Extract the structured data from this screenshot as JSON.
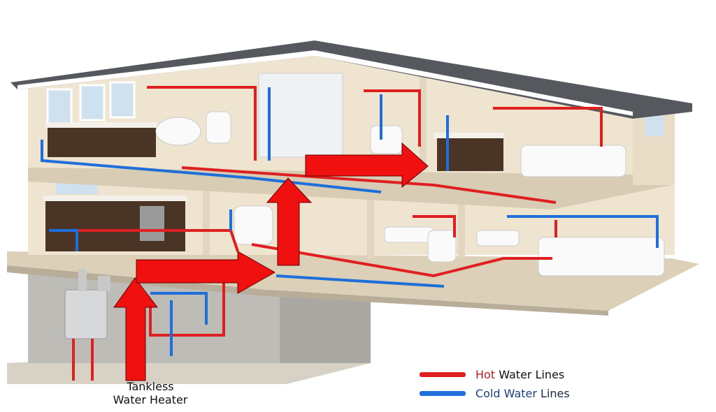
{
  "heater_label": {
    "line1": "Tankless",
    "line2": "Water Heater"
  },
  "legend": {
    "hot": {
      "word": "Hot",
      "rest": "Water Lines",
      "color": "#e02020"
    },
    "cold": {
      "word": "Cold Water",
      "rest": "Lines",
      "color": "#1e6fd9"
    }
  },
  "colors": {
    "roof": "#55585c",
    "wall": "#efe3cf",
    "slab": "#d9ccb4",
    "concrete": "#b9b8b3",
    "arrow": "#f01010"
  }
}
